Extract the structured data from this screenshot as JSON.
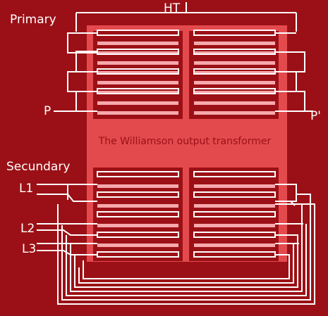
{
  "labels": {
    "ht": "HT",
    "primary": "Primary",
    "secondary": "Secundary",
    "p": "P",
    "p_prime": "P'",
    "l1": "L1",
    "l2": "L2",
    "l3": "L3",
    "title": "The Williamson output transformer"
  },
  "colors": {
    "background": "#9b1016",
    "core": "#e34a4e",
    "winding_pink": "#f7a9ad",
    "wire": "#ffffff"
  }
}
